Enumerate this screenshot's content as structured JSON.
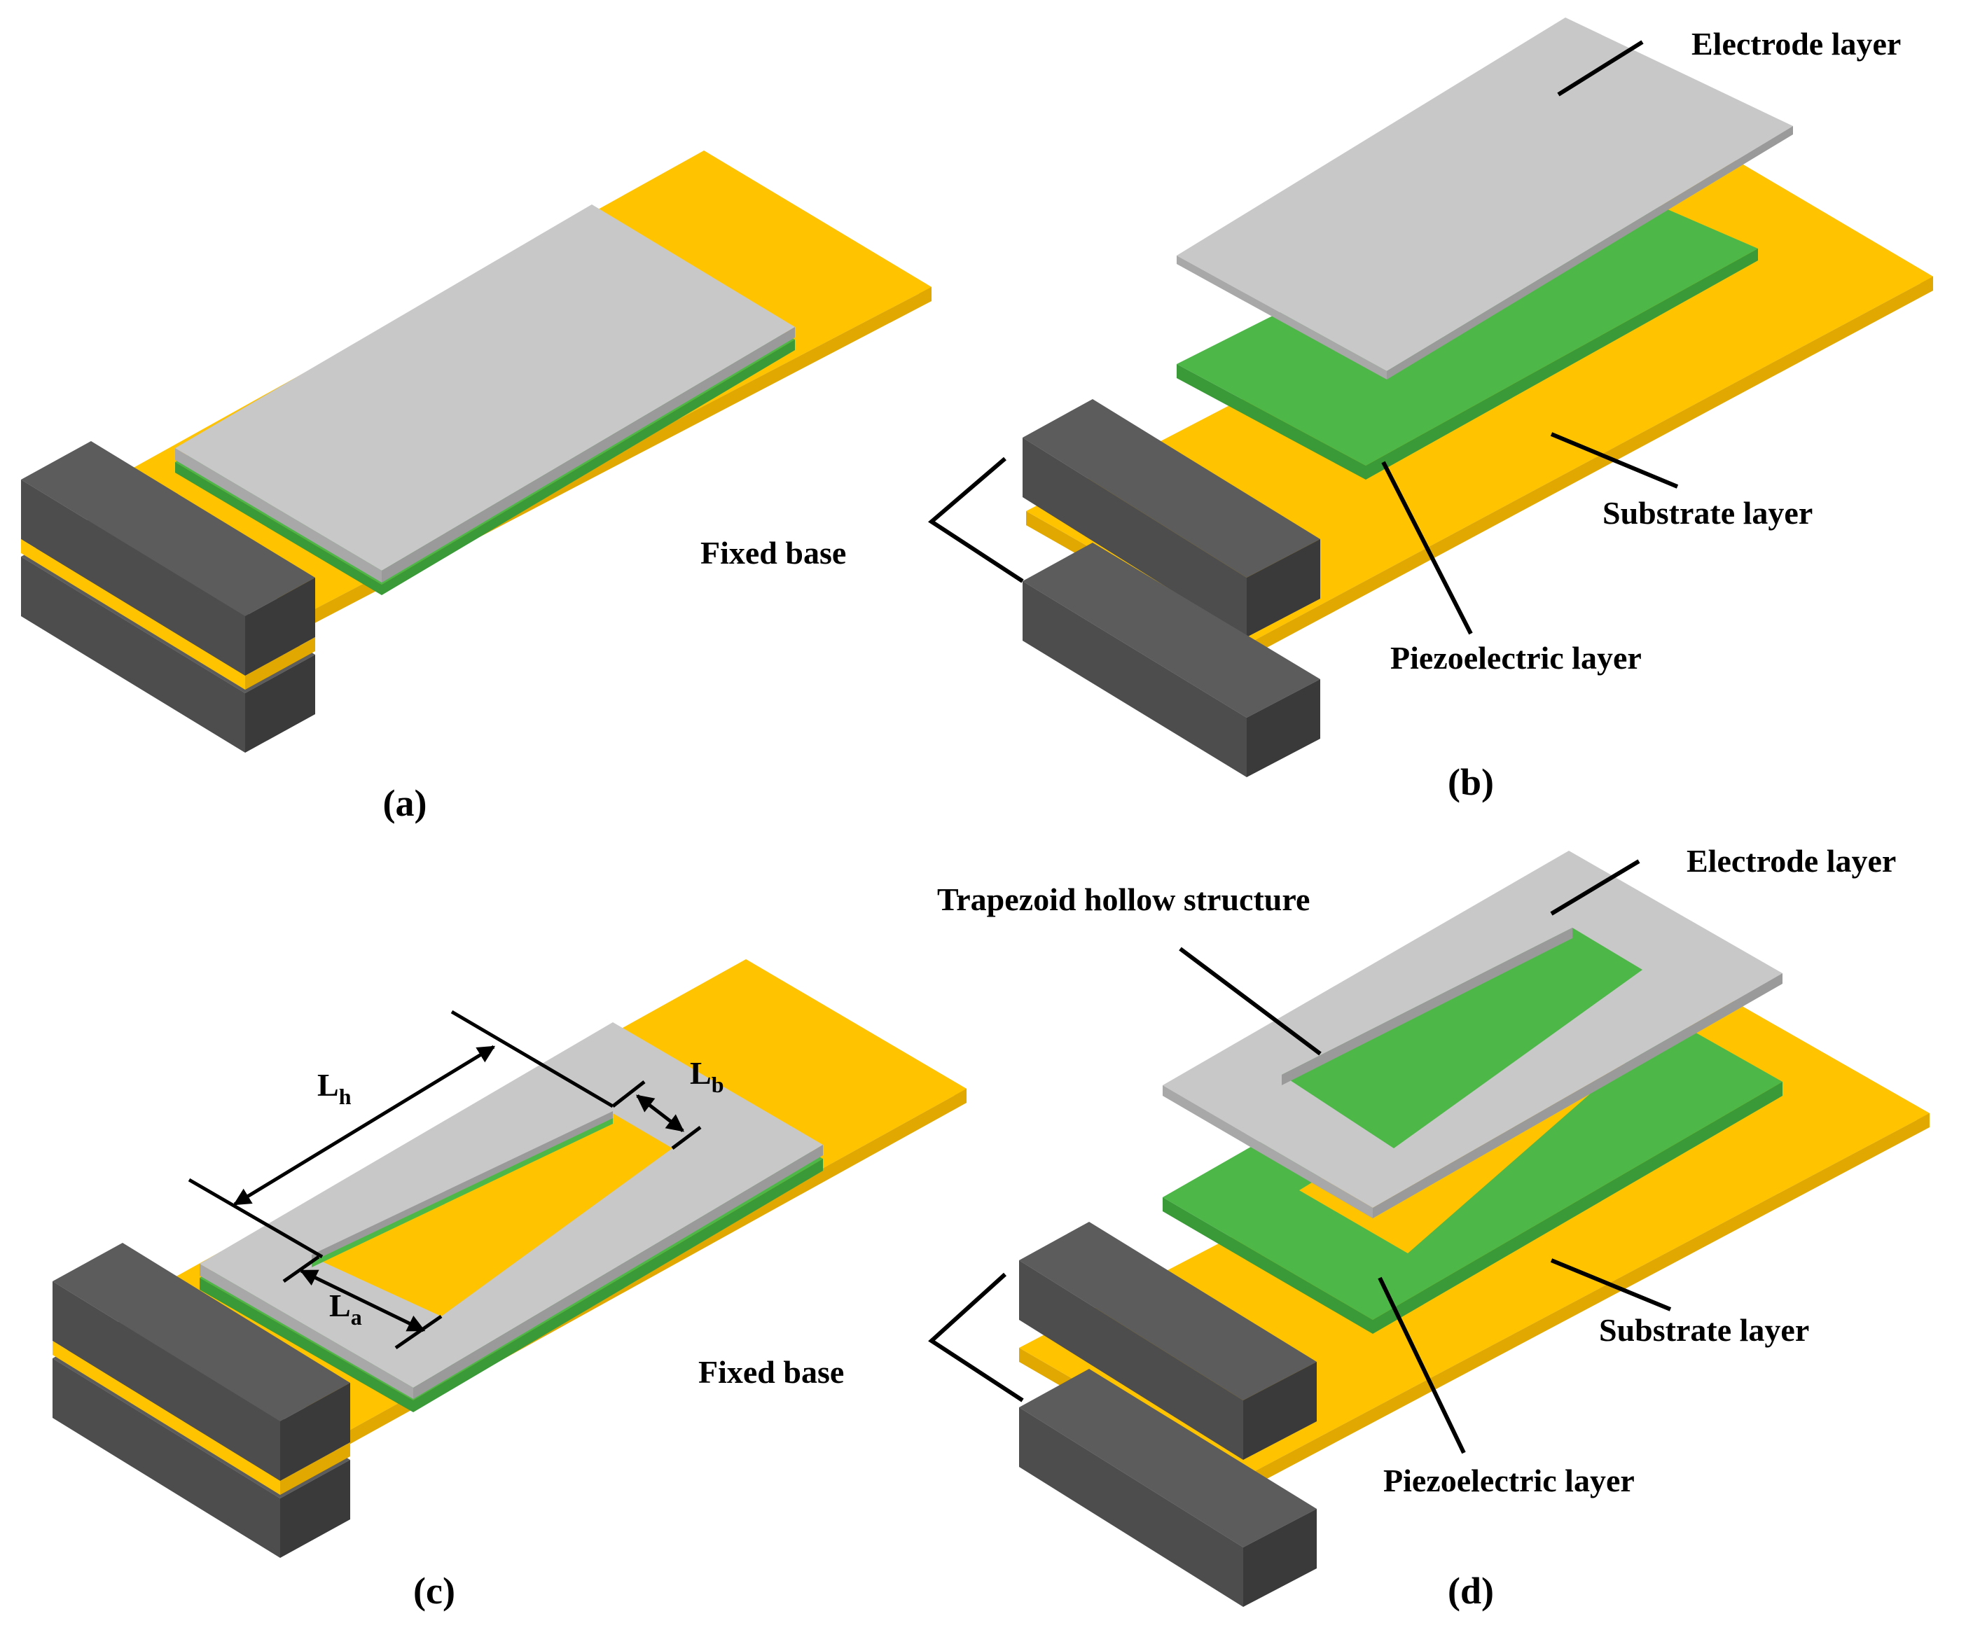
{
  "labels": {
    "electrode": "Electrode layer",
    "substrate": "Substrate layer",
    "piezoelectric": "Piezoelectric layer",
    "fixed_base": "Fixed base",
    "trapezoid": "Trapezoid hollow structure"
  },
  "dims": {
    "L": "L",
    "h": "h",
    "a": "a",
    "b": "b"
  },
  "captions": {
    "a": "(a)",
    "b": "(b)",
    "c": "(c)",
    "d": "(d)"
  },
  "colors": {
    "substrate": "#ffc300",
    "piezoelectric": "#4db848",
    "electrode": "#c8c8c8",
    "base": "#4d4d4d",
    "line": "#000000"
  }
}
